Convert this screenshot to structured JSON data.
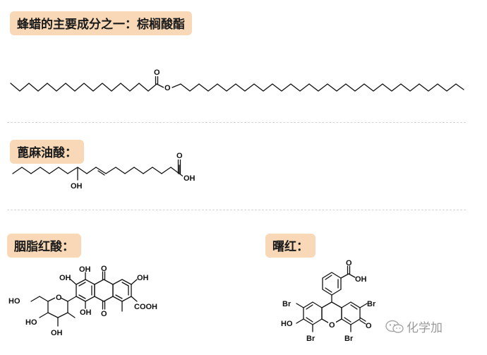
{
  "sections": {
    "wax_ester": {
      "title": "蜂蜡的主要成分之一：棕榈酸酯"
    },
    "ricinoleic": {
      "title": "蓖麻油酸："
    },
    "carminic": {
      "title": "胭脂红酸："
    },
    "eosin": {
      "title": "曙红："
    }
  },
  "atom_labels": {
    "wax_ester": {
      "carbonyl_o": "O",
      "ester_o": "O"
    },
    "ricinoleic": {
      "acid_o": "O",
      "acid_oh": "OH",
      "hydroxy": "OH"
    },
    "carminic": {
      "oh_1": "OH",
      "oh_2": "OH",
      "oh_3": "OH",
      "quinone_o_top": "O",
      "quinone_o_bottom": "O",
      "cooh": "COOH",
      "sugar_ho_1": "HO",
      "sugar_ho_2": "HO",
      "sugar_oh_1": "OH",
      "sugar_oh_2": "OH",
      "sugar_ring_o": "O"
    },
    "eosin": {
      "acid_oh": "OH",
      "acid_o": "O",
      "br_tl": "Br",
      "br_tr": "Br",
      "br_bl": "Br",
      "br_br": "Br",
      "ho": "HO",
      "ring_o": "O",
      "ketone_o": "O"
    }
  },
  "watermark": {
    "text": "化学加",
    "icon": "wechat-icon"
  }
}
